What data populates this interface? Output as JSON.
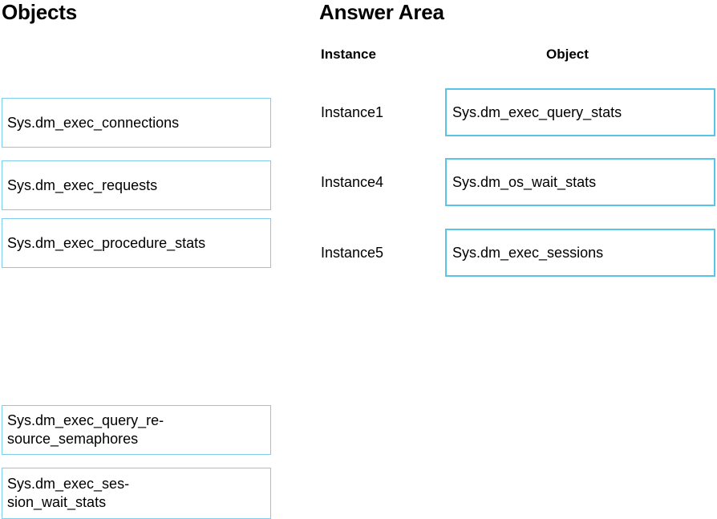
{
  "objects_panel": {
    "title": "Objects",
    "tiles": [
      {
        "label": "Sys.dm_exec_connections"
      },
      {
        "label": "Sys.dm_exec_requests"
      },
      {
        "label": "Sys.dm_exec_procedure_stats"
      },
      {
        "label": "Sys.dm_exec_query_re-\nsource_semaphores"
      },
      {
        "label": "Sys.dm_exec_ses-\nsion_wait_stats"
      }
    ]
  },
  "answer_area": {
    "title": "Answer Area",
    "columns": {
      "instance": "Instance",
      "object": "Object"
    },
    "rows": [
      {
        "instance": "Instance1",
        "object": "Sys.dm_exec_query_stats"
      },
      {
        "instance": "Instance4",
        "object": "Sys.dm_os_wait_stats"
      },
      {
        "instance": "Instance5",
        "object": "Sys.dm_exec_sessions"
      }
    ]
  },
  "colors": {
    "tile_border": "#7ecdee",
    "slot_border": "#59c4e6",
    "background": "#ffffff",
    "text": "#000000"
  }
}
